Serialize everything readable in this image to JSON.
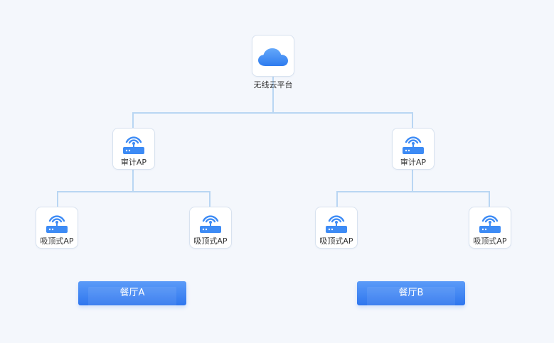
{
  "colors": {
    "accent": "#2f76ee",
    "line": "#b9d6f3",
    "icon": "#3d8bf5"
  },
  "nodes": {
    "cloud": {
      "label": "无线云平台",
      "icon": "cloud-icon"
    },
    "audit_a": {
      "label": "审计AP",
      "icon": "router-icon"
    },
    "audit_b": {
      "label": "审计AP",
      "icon": "router-icon"
    },
    "ceiling_a1": {
      "label": "吸顶式AP",
      "icon": "router-icon"
    },
    "ceiling_a2": {
      "label": "吸顶式AP",
      "icon": "router-icon"
    },
    "ceiling_b1": {
      "label": "吸顶式AP",
      "icon": "router-icon"
    },
    "ceiling_b2": {
      "label": "吸顶式AP",
      "icon": "router-icon"
    }
  },
  "groups": {
    "a": {
      "label": "餐厅A"
    },
    "b": {
      "label": "餐厅B"
    }
  }
}
